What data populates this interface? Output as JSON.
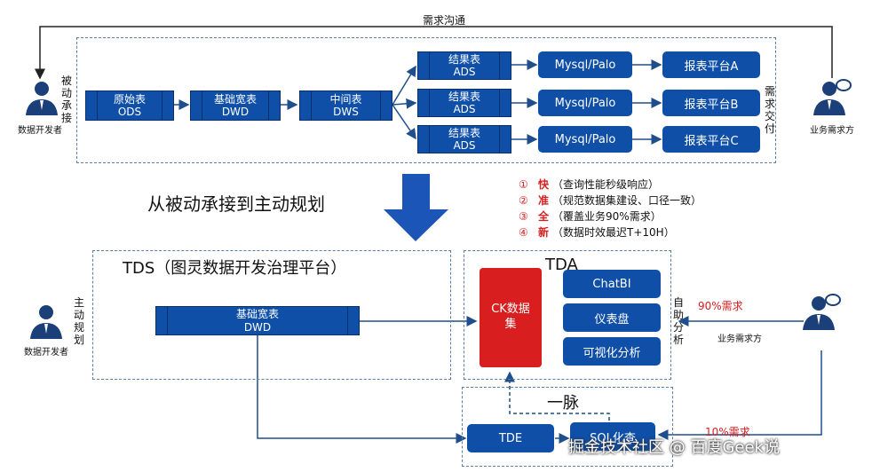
{
  "top": {
    "feedback_label": "需求沟通",
    "dev_person_label": "数据开发者",
    "business_label": "业务需求方",
    "passive_label": "被动承接",
    "delivery_label": "需求交付",
    "ods": {
      "line1": "原始表",
      "line2": "ODS"
    },
    "dwd": {
      "line1": "基础宽表",
      "line2": "DWD"
    },
    "dws": {
      "line1": "中间表",
      "line2": "DWS"
    },
    "ads": [
      {
        "line1": "结果表",
        "line2": "ADS"
      },
      {
        "line1": "结果表",
        "line2": "ADS"
      },
      {
        "line1": "结果表",
        "line2": "ADS"
      }
    ],
    "mysql": [
      "Mysql/Palo",
      "Mysql/Palo",
      "Mysql/Palo"
    ],
    "reports": [
      "报表平台A",
      "报表平台B",
      "报表平台C"
    ]
  },
  "transition": {
    "heading": "从被动承接到主动规划",
    "rules": [
      {
        "num": "①",
        "key": "快",
        "text": "（查询性能秒级响应）"
      },
      {
        "num": "②",
        "key": "准",
        "text": "（规范数据集建设、口径一致）"
      },
      {
        "num": "③",
        "key": "全",
        "text": "（覆盖业务90%需求）"
      },
      {
        "num": "④",
        "key": "新",
        "text": "（数据时效最迟T+10H）"
      }
    ]
  },
  "bottom": {
    "tds_title": "TDS（图灵数据开发治理平台）",
    "tda_title": "TDA",
    "active_label": "主动规划",
    "dev_person_label": "数据开发者",
    "business_label": "业务需求方",
    "self_analysis_label": "自助分析",
    "dwd": {
      "line1": "基础宽表",
      "line2": "DWD"
    },
    "ck_label": "CK数据集",
    "tda_items": [
      "ChatBI",
      "仪表盘",
      "可视化分析"
    ],
    "pct90": "90%需求",
    "pct10": "10%需求",
    "yimai": "一脉",
    "tde": "TDE",
    "sql": "SQL化查"
  },
  "watermark": "掘金技术社区 @ 百度Geek说",
  "colors": {
    "block": "#0f4fa8",
    "accent_red": "#d62020",
    "dash": "#5b7ea6"
  }
}
